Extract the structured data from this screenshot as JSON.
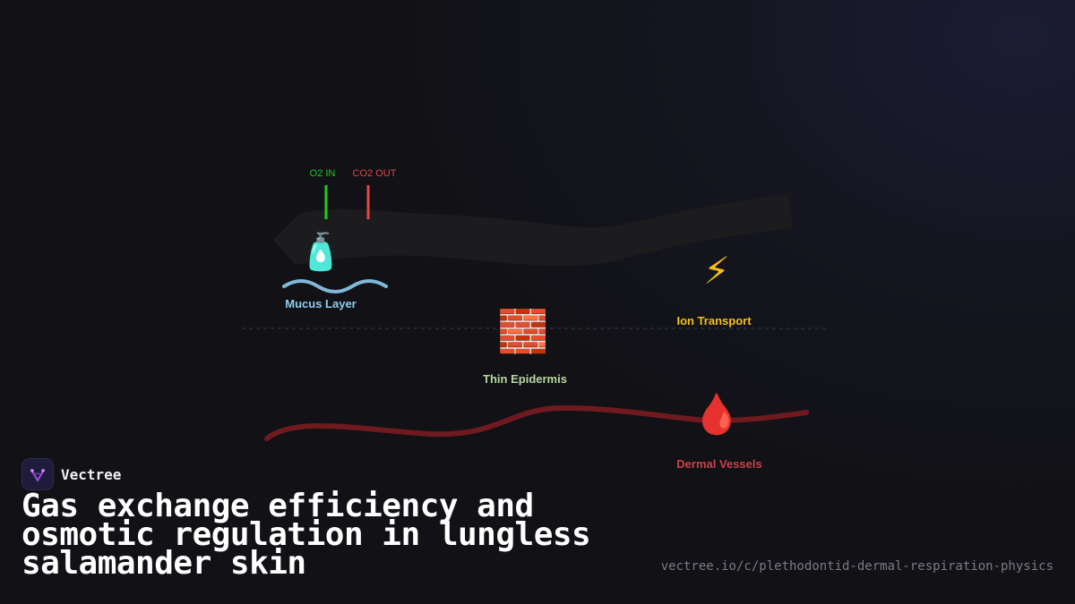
{
  "diagram": {
    "gas_in_label": "O2 IN",
    "gas_out_label": "CO2 OUT",
    "nodes": {
      "mucus": {
        "label": "Mucus Layer",
        "icon": "lotion-bottle-icon",
        "color": "#8ecdf0"
      },
      "epidermis": {
        "label": "Thin Epidermis",
        "icon": "brick-icon",
        "color": "#b9d7a0"
      },
      "ion": {
        "label": "Ion Transport",
        "icon": "lightning-icon",
        "color": "#f3c01a"
      },
      "vessels": {
        "label": "Dermal Vessels",
        "icon": "blood-drop-icon",
        "color": "#c9424a"
      }
    },
    "colors": {
      "o2": "#22cc22",
      "co2": "#e04848",
      "wave": "#7fb8d8",
      "vessel": "#7a1a1f"
    }
  },
  "brand": {
    "name": "Vectree"
  },
  "title": "Gas exchange efficiency and osmotic regulation in lungless salamander skin",
  "url": "vectree.io/c/plethodontid-dermal-respiration-physics"
}
